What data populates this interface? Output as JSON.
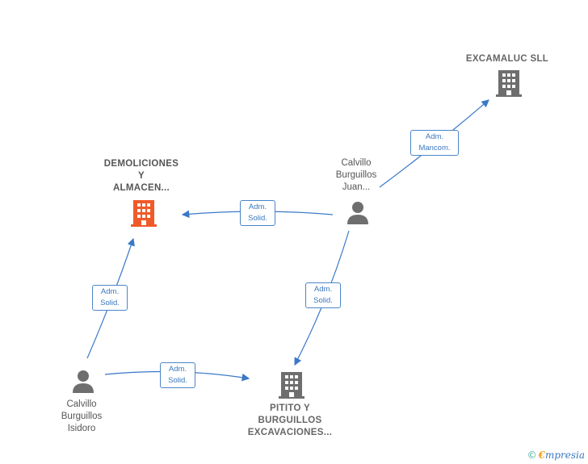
{
  "nodes": {
    "excamaluc": {
      "lines": [
        "EXCAMALUC SLL"
      ],
      "icon": "building-icon",
      "color": "#6e6e6e"
    },
    "demoliciones": {
      "lines": [
        "DEMOLICIONES",
        "Y",
        "ALMACEN..."
      ],
      "icon": "building-icon",
      "color": "#f05a28"
    },
    "pitito": {
      "lines": [
        "PITITO Y",
        "BURGUILLOS",
        "EXCAVACIONES..."
      ],
      "icon": "building-icon",
      "color": "#6e6e6e"
    },
    "juan": {
      "lines": [
        "Calvillo",
        "Burguillos",
        "Juan..."
      ],
      "icon": "person-icon",
      "color": "#6e6e6e"
    },
    "isidoro": {
      "lines": [
        "Calvillo",
        "Burguillos",
        "Isidoro"
      ],
      "icon": "person-icon",
      "color": "#6e6e6e"
    }
  },
  "edges": [
    {
      "from": "juan",
      "to": "excamaluc",
      "lines": [
        "Adm.",
        "Mancom."
      ]
    },
    {
      "from": "juan",
      "to": "demoliciones",
      "lines": [
        "Adm.",
        "Solid."
      ]
    },
    {
      "from": "juan",
      "to": "pitito",
      "lines": [
        "Adm.",
        "Solid."
      ]
    },
    {
      "from": "isidoro",
      "to": "demoliciones",
      "lines": [
        "Adm.",
        "Solid."
      ]
    },
    {
      "from": "isidoro",
      "to": "pitito",
      "lines": [
        "Adm.",
        "Solid."
      ]
    }
  ],
  "colors": {
    "edge": "#3a78c8",
    "accent": "#f05a28",
    "icon": "#6e6e6e"
  },
  "footer": {
    "copyright_symbol": "©",
    "brand_initial": "€",
    "brand_rest": "mpresia"
  }
}
